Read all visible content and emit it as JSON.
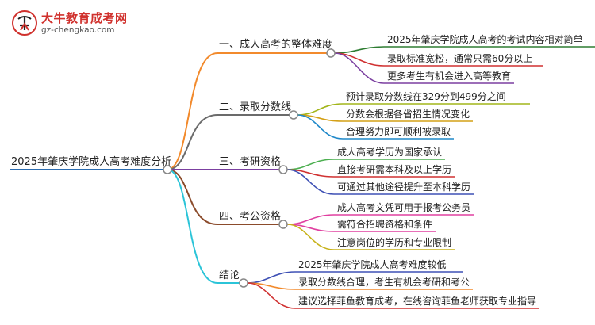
{
  "logo": {
    "title": "大牛教育成考网",
    "url": "gz-chengkao.com"
  },
  "root": {
    "label": "2025年肇庆学院成人高考难度分析"
  },
  "branches": [
    {
      "label": "一、成人高考的整体难度",
      "color": "#f28a2c",
      "leaves": [
        {
          "label": "2025年肇庆学院成人高考的考试内容相对简单",
          "color": "#2e7d32"
        },
        {
          "label": "录取标准宽松，通常只需60分以上",
          "color": "#d03131"
        },
        {
          "label": "更多考生有机会进入高等教育",
          "color": "#7b3fa0"
        }
      ]
    },
    {
      "label": "二、录取分数线",
      "color": "#6b6b6b",
      "leaves": [
        {
          "label": "预计录取分数线在329分到499分之间",
          "color": "#a2b51a"
        },
        {
          "label": "分数会根据各省招生情况变化",
          "color": "#d4a017"
        },
        {
          "label": "合理努力即可顺利被录取",
          "color": "#1f88c9"
        }
      ]
    },
    {
      "label": "三、考研资格",
      "color": "#7b3fa0",
      "leaves": [
        {
          "label": "成人高考学历为国家承认",
          "color": "#4caf50"
        },
        {
          "label": "直接考研需本科及以上学历",
          "color": "#d03131"
        },
        {
          "label": "可通过其他途径提升至本科学历",
          "color": "#3f51b5"
        }
      ]
    },
    {
      "label": "四、考公资格",
      "color": "#8b4b2b",
      "leaves": [
        {
          "label": "成人高考文凭可用于报考公务员",
          "color": "#e040a0"
        },
        {
          "label": "需符合招聘资格和条件",
          "color": "#e040a0"
        },
        {
          "label": "注意岗位的学历和专业限制",
          "color": "#c7b21a"
        }
      ]
    },
    {
      "label": "结论",
      "color": "#2bc4d8",
      "leaves": [
        {
          "label": "2025年肇庆学院成人高考难度较低",
          "color": "#3f51b5"
        },
        {
          "label": "录取分数线合理，考生有机会考研和考公",
          "color": "#f28a2c"
        },
        {
          "label": "建议选择菲鱼教育成考，在线咨询菲鱼老师获取专业指导",
          "color": "#d03131"
        }
      ]
    }
  ],
  "colors": {
    "root_underline": "#2b6cb0",
    "node_fill": "#ffffff",
    "node_stroke": "#888888"
  }
}
